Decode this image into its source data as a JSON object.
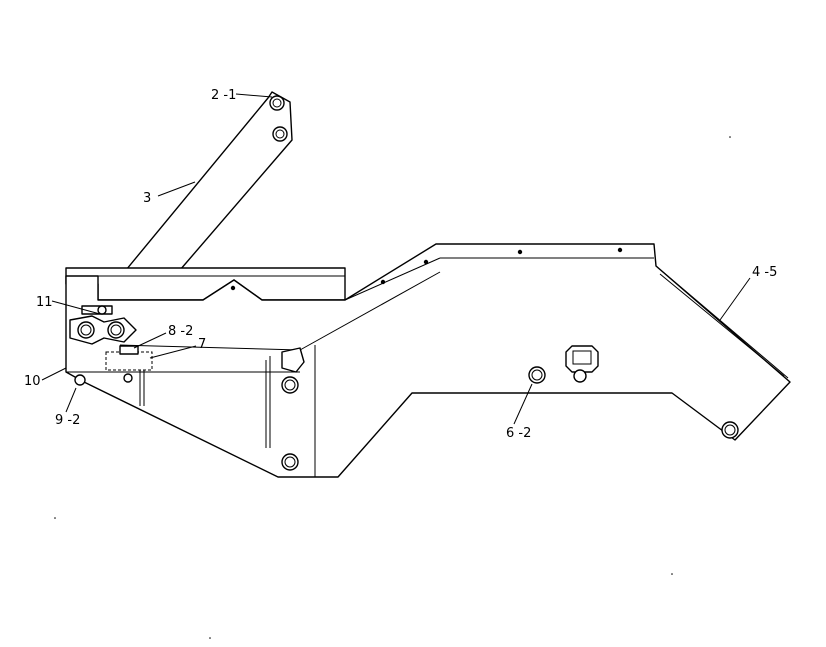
{
  "callouts": [
    {
      "id": "c-2-1",
      "label": "2 -1"
    },
    {
      "id": "c-3",
      "label": "3"
    },
    {
      "id": "c-4-5",
      "label": "4 -5"
    },
    {
      "id": "c-11",
      "label": "11"
    },
    {
      "id": "c-8-2",
      "label": "8 -2"
    },
    {
      "id": "c-7",
      "label": "7"
    },
    {
      "id": "c-10",
      "label": "10"
    },
    {
      "id": "c-9-2",
      "label": "9 -2"
    },
    {
      "id": "c-6-2",
      "label": "6 -2"
    }
  ]
}
